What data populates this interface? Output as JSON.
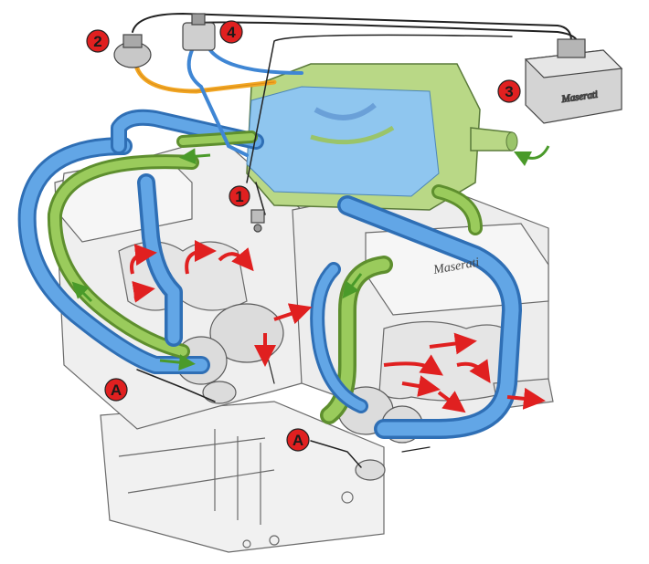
{
  "callouts": [
    {
      "id": "c1",
      "label": "1"
    },
    {
      "id": "c2",
      "label": "2"
    },
    {
      "id": "c3",
      "label": "3"
    },
    {
      "id": "c4",
      "label": "4"
    },
    {
      "id": "cA1",
      "label": "A"
    },
    {
      "id": "cA2",
      "label": "A"
    }
  ],
  "brand_marks": {
    "control_unit": "Maserati",
    "intake_manifold": "Maserati"
  },
  "colors": {
    "callout_fill": "#e02020",
    "cold_air_duct": "#3f86d4",
    "warm_air_duct": "#8cc04a",
    "vacuum_line_orange": "#f2a623",
    "hot_flow_arrow": "#e02020",
    "engine_outline": "#6a6a6a"
  }
}
